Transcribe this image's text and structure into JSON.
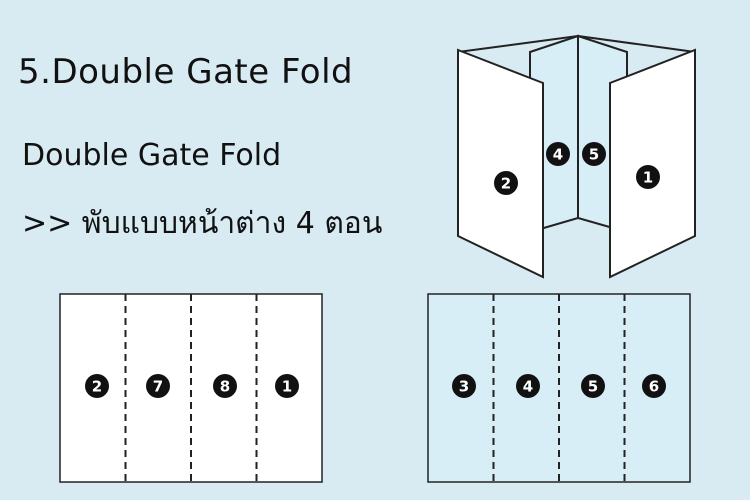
{
  "header": {
    "title": "5.Double Gate Fold",
    "subtitle": "Double Gate Fold",
    "caption": ">> พับแบบหน้าต่าง 4 ตอน"
  },
  "folded_view": {
    "left_door": "2",
    "inner_left": "4",
    "inner_right": "5",
    "right_door": "1"
  },
  "outside_sheet": {
    "panels": [
      "2",
      "7",
      "8",
      "1"
    ],
    "color": "#ffffff"
  },
  "inside_sheet": {
    "panels": [
      "3",
      "4",
      "5",
      "6"
    ],
    "color": "#d8eef6"
  },
  "colors": {
    "background": "#d8eaf2",
    "stroke": "#222222",
    "badge": "#111111"
  }
}
